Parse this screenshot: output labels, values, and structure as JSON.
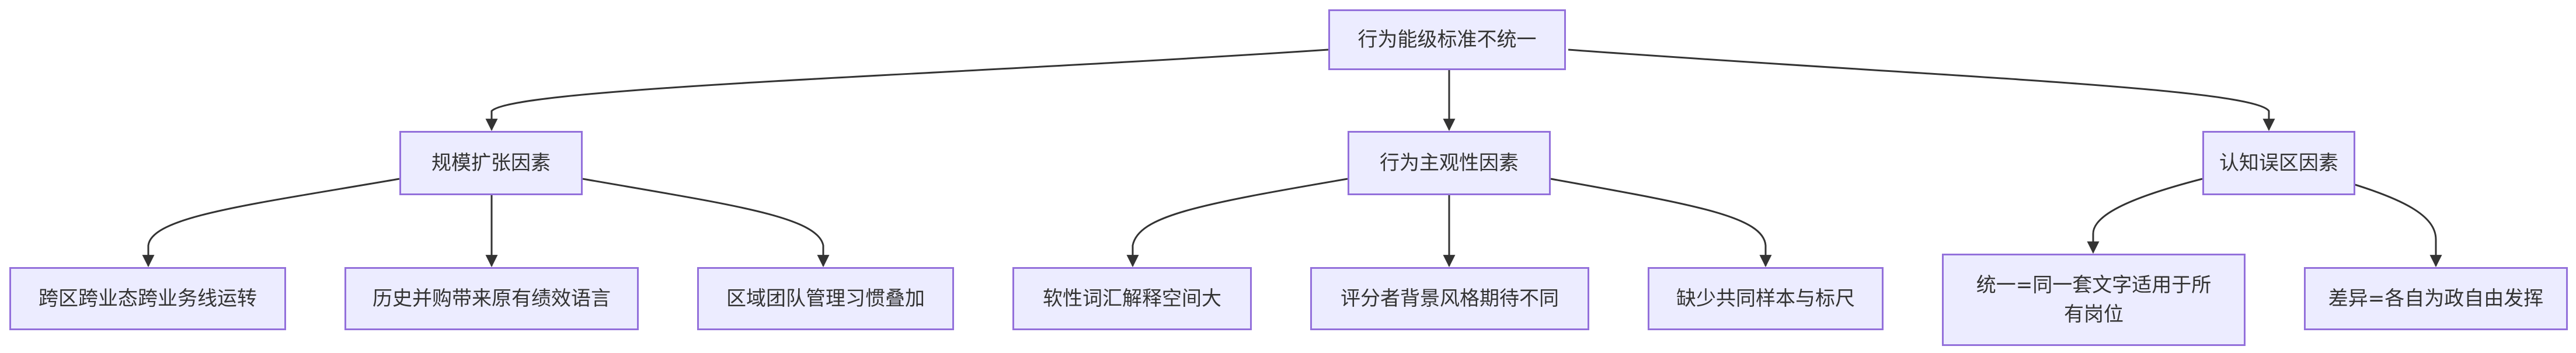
{
  "colors": {
    "node_fill": "#ECECFF",
    "node_border": "#9370DB",
    "edge": "#333333",
    "text": "#333333"
  },
  "nodes": {
    "root": "行为能级标准不统一",
    "scale": "规模扩张因素",
    "subjective": "行为主观性因素",
    "cognitive": "认知误区因素",
    "s1": "跨区跨业态跨业务线运转",
    "s2": "历史并购带来原有绩效语言",
    "s3": "区域团队管理习惯叠加",
    "j1": "软性词汇解释空间大",
    "j2": "评分者背景风格期待不同",
    "j3": "缺少共同样本与标尺",
    "c1_line1": "统一=同一套文字适用于所",
    "c1_line2": "有岗位",
    "c2": "差异=各自为政自由发挥"
  }
}
